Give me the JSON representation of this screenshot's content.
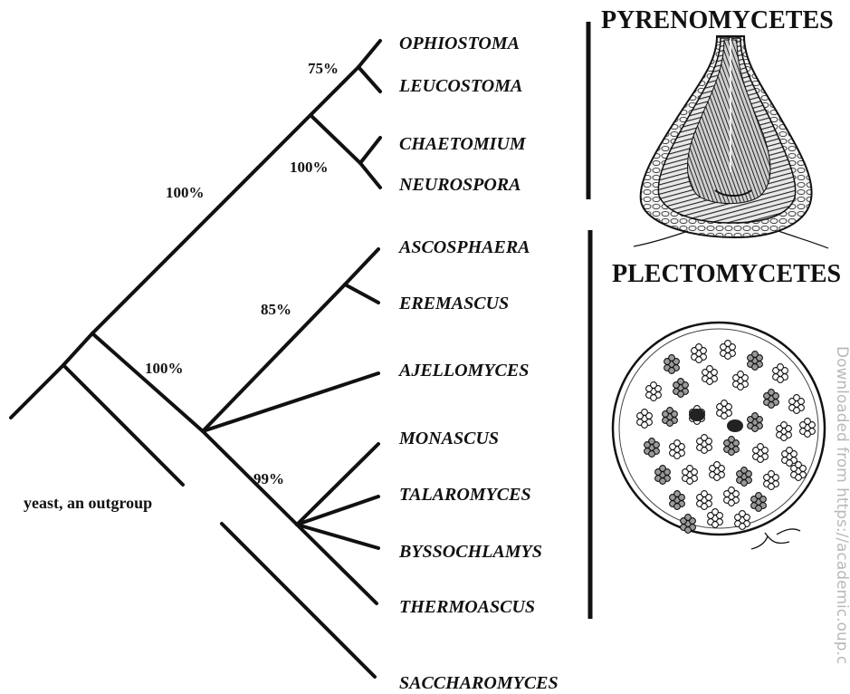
{
  "taxa": {
    "ophiostoma": "OPHIOSTOMA",
    "leucostoma": "LEUCOSTOMA",
    "chaetomium": "CHAETOMIUM",
    "neurospora": "NEUROSPORA",
    "ascosphaera": "ASCOSPHAERA",
    "eremascus": "EREMASCUS",
    "ajellomyces": "AJELLOMYCES",
    "monascus": "MONASCUS",
    "talaromyces": "TALAROMYCES",
    "byssochlamys": "BYSSOCHLAMYS",
    "thermoascus": "THERMOASCUS",
    "saccharomyces": "SACCHAROMYCES"
  },
  "support": {
    "ophio_leuco": "75%",
    "chaet_neuro": "100%",
    "pyreno_clade": "100%",
    "ascos_erem": "85%",
    "plecto_clade": "100%",
    "monascus_group": "99%"
  },
  "groups": {
    "pyrenomycetes": "PYRENOMYCETES",
    "plectomycetes": "PLECTOMYCETES"
  },
  "outgroup_note": "yeast, an outgroup",
  "watermark": "Downloaded from https://academic.oup.c",
  "illustrations": {
    "perithecium": "perithecium-illustration",
    "cleistothecium": "cleistothecium-illustration"
  },
  "colors": {
    "ink": "#111111",
    "watermark": "#b8b8b8"
  }
}
